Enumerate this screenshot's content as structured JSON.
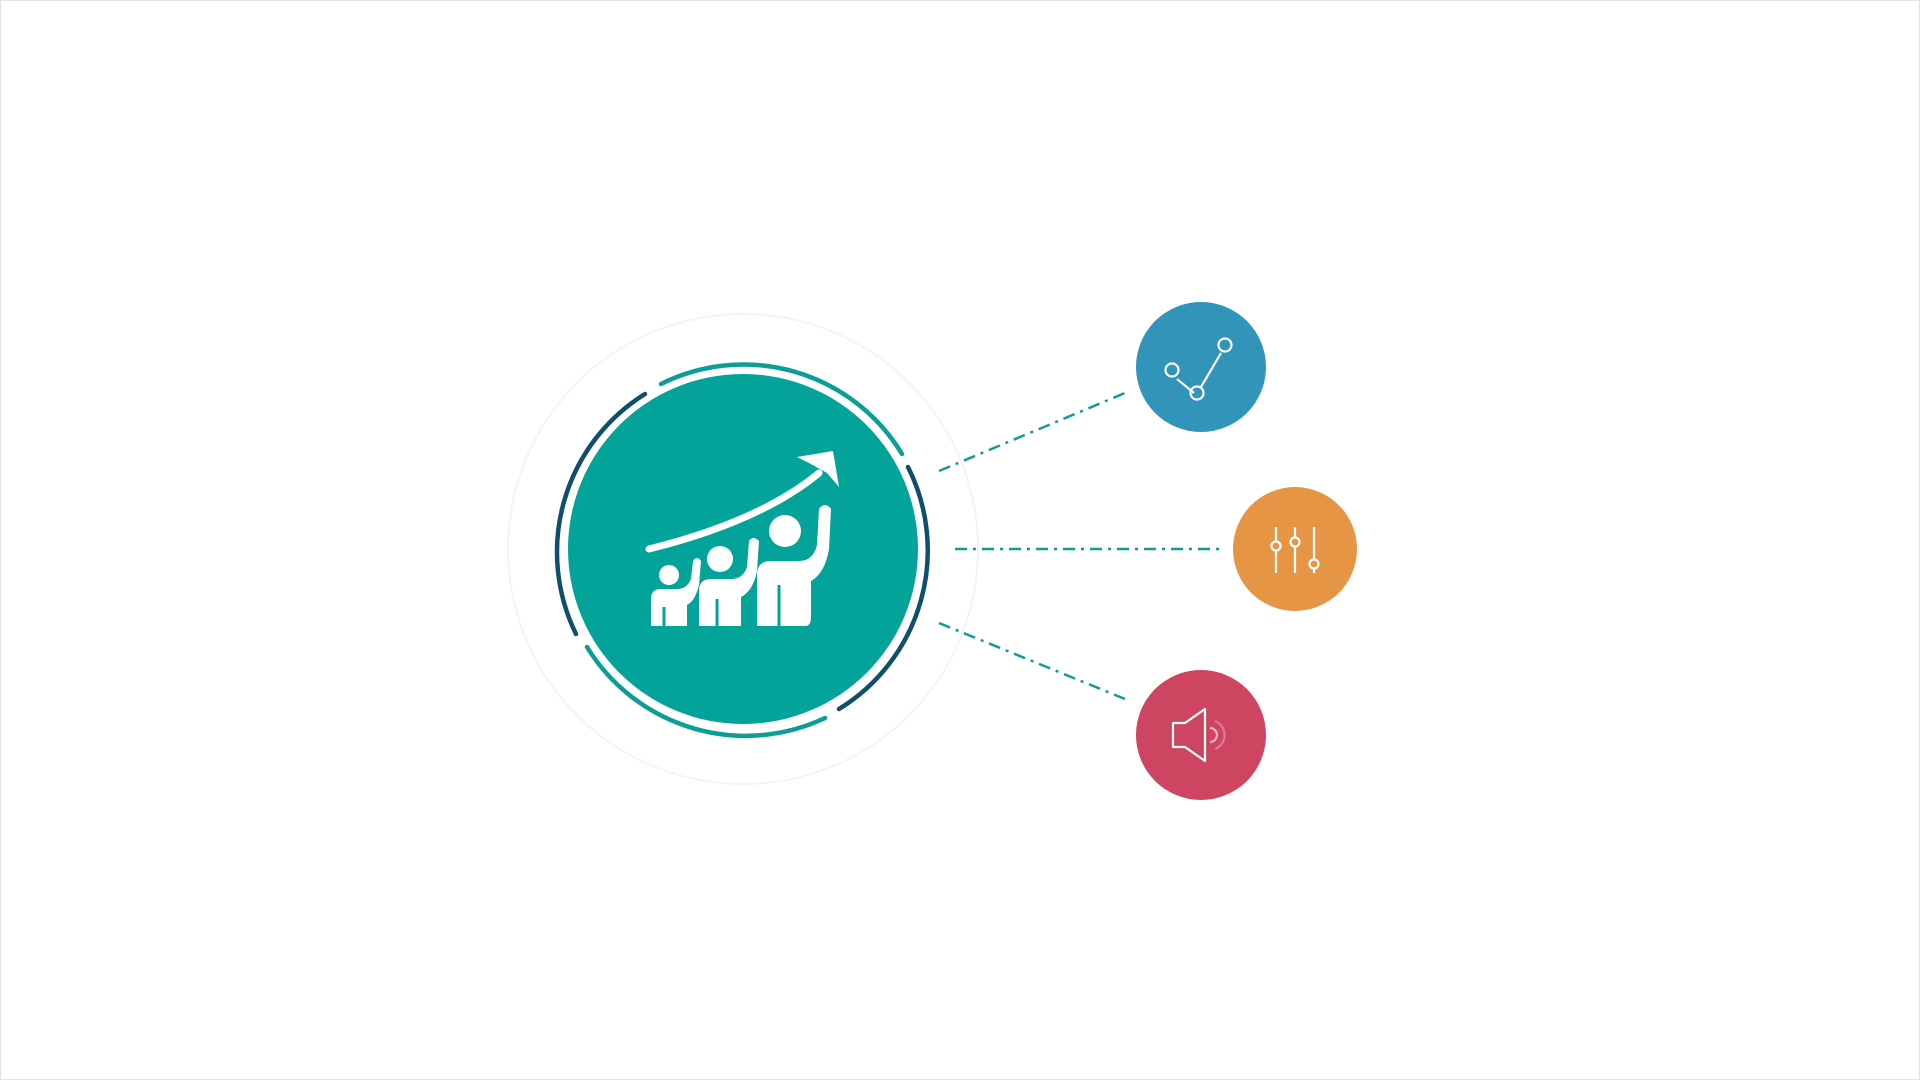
{
  "colors": {
    "background": "#ffffff",
    "hub_fill": "#04a39a",
    "hub_ring_teal": "#0b9e97",
    "hub_ring_navy": "#0f4f6d",
    "connector": "#119d96",
    "node_chart": "#3394b9",
    "node_settings": "#e69545",
    "node_speaker": "#cd4560",
    "icon_stroke": "#ffffff"
  },
  "hub": {
    "icon": "team-growth-icon"
  },
  "nodes": [
    {
      "id": "analytics",
      "icon": "line-chart-icon",
      "color": "#3394b9"
    },
    {
      "id": "settings",
      "icon": "sliders-icon",
      "color": "#e69545"
    },
    {
      "id": "announcement",
      "icon": "speaker-icon",
      "color": "#cd4560"
    }
  ]
}
